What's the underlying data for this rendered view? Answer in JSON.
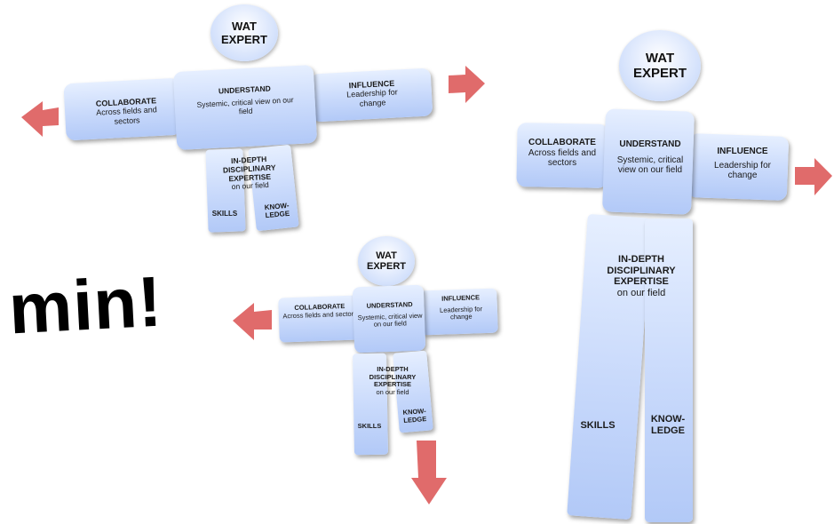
{
  "figures": {
    "head": "WAT EXPERT",
    "collaborate_title": "COLLABORATE",
    "collaborate_sub": "Across fields and sectors",
    "understand_title": "UNDERSTAND",
    "understand_sub": "Systemic, critical view on our field",
    "influence_title": "INFLUENCE",
    "influence_sub": "Leadership for change",
    "expertise_title": "IN-DEPTH DISCIPLINARY EXPERTISE",
    "expertise_sub": "on our field",
    "skills": "SKILLS",
    "knowledge": "KNOW-LEDGE"
  },
  "partial_text": "min!",
  "colors": {
    "arrow": "#e06b6b",
    "body": "#c8d9fb"
  }
}
